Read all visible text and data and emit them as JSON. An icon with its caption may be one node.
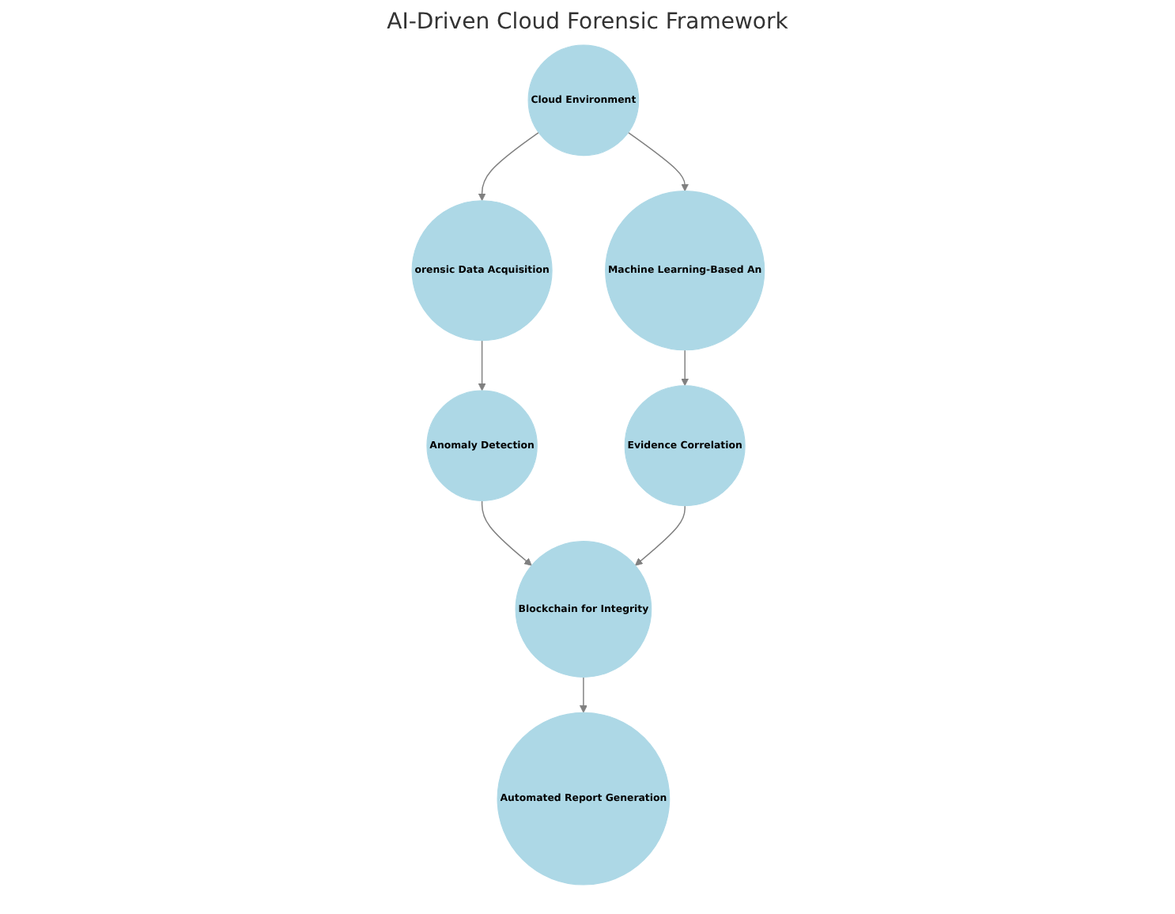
{
  "diagram": {
    "title": "AI-Driven Cloud Forensic Framework",
    "nodes": [
      {
        "text": [
          "Cloud Environment"
        ]
      },
      {
        "text": [
          "orensic Data Acquisition"
        ]
      },
      {
        "text": [
          "Machine Learning-Based An"
        ]
      },
      {
        "text": [
          "Anomaly Detection"
        ]
      },
      {
        "text": [
          "Evidence Correlation"
        ]
      },
      {
        "text": [
          "Blockchain for Integrity"
        ]
      },
      {
        "text": [
          "Automated Report Generation"
        ]
      }
    ],
    "edges": [
      {
        "from": 0,
        "to": 1,
        "arrow": "to"
      },
      {
        "from": 0,
        "to": 2,
        "arrow": "to"
      },
      {
        "from": 1,
        "to": 3,
        "arrow": "to"
      },
      {
        "from": 2,
        "to": 4,
        "arrow": "to"
      },
      {
        "from": 3,
        "to": 5,
        "arrow": "to"
      },
      {
        "from": 4,
        "to": 5,
        "arrow": "to"
      },
      {
        "from": 5,
        "to": 6,
        "arrow": "to"
      }
    ]
  }
}
